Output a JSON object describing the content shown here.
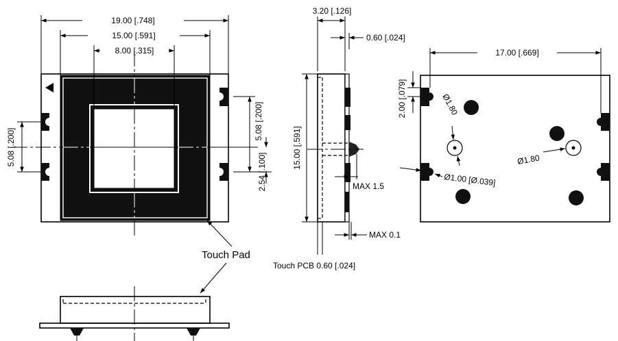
{
  "dimensions": {
    "top_view": {
      "overall_width": "19.00 [.748]",
      "pad_width": "15.00 [.591]",
      "window_width": "8.00 [.315]",
      "left_pin_pitch": "5.08 [.200]",
      "right_pin_pitch": "5.08 [.200]",
      "right_pin_offset": "2.54 [.100]"
    },
    "side_view": {
      "thickness": "3.20 [.126]",
      "lead_thickness": "0.60 [.024]",
      "height": "15.00 [.591]",
      "max_pin": "MAX 1.5",
      "max_gap": "MAX 0.1",
      "touch_pcb": "Touch PCB 0.60 [.024]"
    },
    "bottom_view": {
      "width": "17.00 [.669]",
      "pin_offset": "2.00 [.079]",
      "hole_dia_left": "Ø1.80",
      "hole_dia_right": "Ø1.80",
      "pin_hole_dia": "Ø1.00 [Ø.039]"
    }
  },
  "labels": {
    "touch_pad": "Touch Pad"
  }
}
